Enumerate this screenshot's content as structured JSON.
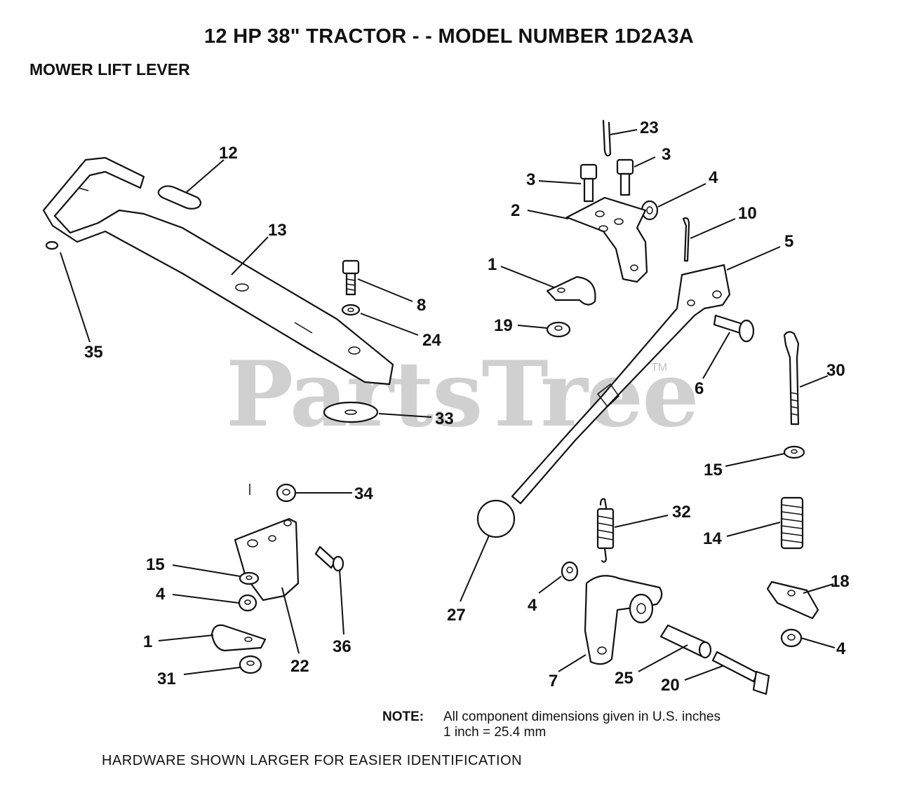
{
  "header": {
    "title": "12 HP 38\" TRACTOR - - MODEL NUMBER 1D2A3A",
    "section": "MOWER LIFT LEVER"
  },
  "watermark": {
    "text": "PartsTree",
    "tm": "TM"
  },
  "callouts": {
    "c1a": "1",
    "c1b": "1",
    "c2": "2",
    "c3a": "3",
    "c3b": "3",
    "c4a": "4",
    "c4b": "4",
    "c4c": "4",
    "c4d": "4",
    "c5": "5",
    "c6": "6",
    "c7": "7",
    "c8": "8",
    "c10": "10",
    "c12": "12",
    "c13": "13",
    "c14": "14",
    "c15a": "15",
    "c15b": "15",
    "c18": "18",
    "c19": "19",
    "c20": "20",
    "c22": "22",
    "c23": "23",
    "c24": "24",
    "c25": "25",
    "c27": "27",
    "c30": "30",
    "c31": "31",
    "c32": "32",
    "c33": "33",
    "c34": "34",
    "c35": "35",
    "c36": "36"
  },
  "note": {
    "label": "NOTE:",
    "line1": "All component dimensions given in U.S. inches",
    "line2": "1 inch = 25.4 mm"
  },
  "footer": {
    "hardware": "HARDWARE SHOWN LARGER FOR EASIER IDENTIFICATION"
  }
}
